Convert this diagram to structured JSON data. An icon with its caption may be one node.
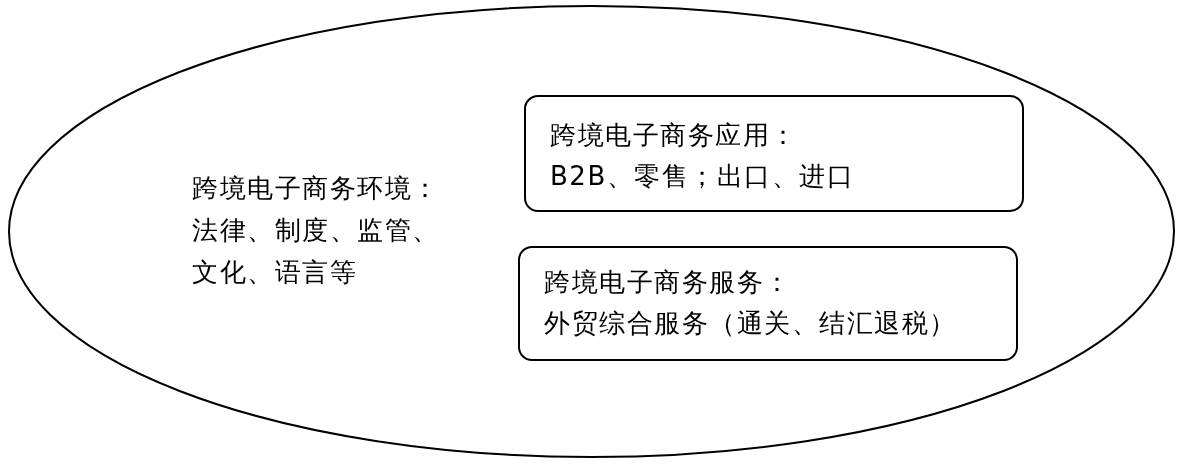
{
  "diagram": {
    "nodes": [
      {
        "text": [
          "跨境电子商务环境：",
          "法律、制度、监管、文化、语言等"
        ]
      },
      {
        "text": [
          "跨境电子商务应用：",
          "B2B、零售；出口、进口"
        ],
        "in": 0
      },
      {
        "text": [
          "跨境电子商务服务：",
          "外贸综合服务（通关、结汇退税）"
        ],
        "in": 0
      }
    ]
  }
}
